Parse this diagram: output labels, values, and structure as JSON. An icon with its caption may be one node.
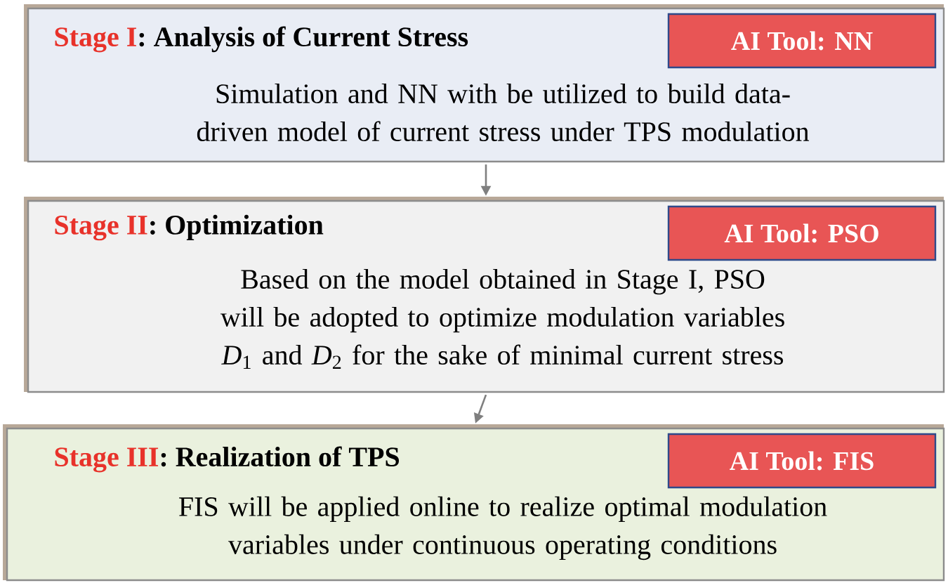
{
  "diagram": {
    "nodes": [
      {
        "text": [
          "Stage I",
          ": Analysis of Current Stress",
          "Simulation and NN with be utilized to build data-driven model of current stress under TPS modulation"
        ]
      },
      {
        "text": [
          "AI Tool: NN"
        ],
        "in": 0
      },
      {
        "text": [
          "Stage II",
          ": Optimization",
          "Based on the model obtained in Stage I, PSO will be adopted to optimize modulation variables *D*$_{1}$ and *D*$_{2}$ for the sake of minimal current stress"
        ]
      },
      {
        "text": [
          "AI Tool: PSO"
        ],
        "in": 2
      },
      {
        "text": [
          "Stage III",
          ": Realization of TPS",
          "FIS will be applied online to realize optimal modulation variables under continuous operating conditions"
        ]
      },
      {
        "text": [
          "AI Tool: FIS"
        ],
        "in": 4
      }
    ],
    "edges": [
      {
        "from": 0,
        "to": 2,
        "arrow": "to"
      },
      {
        "from": 2,
        "to": 4,
        "arrow": "to"
      }
    ]
  }
}
